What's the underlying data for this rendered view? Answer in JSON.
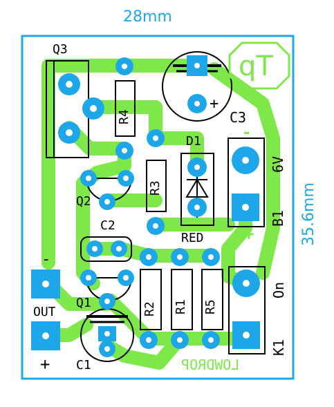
{
  "dimensions": {
    "width_label": "28mm",
    "height_label": "35.6mm"
  },
  "components": {
    "q3": "Q3",
    "q2": "Q2",
    "q1": "Q1",
    "r1": "R1",
    "r2": "R2",
    "r3": "R3",
    "r4": "R4",
    "r5": "R5",
    "c1": "C1",
    "c2": "C2",
    "c3": "C3",
    "d1": "D1",
    "d1_color": "RED",
    "b1": "B1",
    "b1_value": "6V",
    "k1": "K1",
    "k1_state": "On"
  },
  "terminals": {
    "out": "OUT",
    "minus": "-",
    "plus": "+"
  },
  "markings": {
    "c3_plus": "+",
    "b1_minus": "-",
    "b1_plus": "+"
  },
  "logo": {
    "text": "Tp"
  },
  "mirrored_text": "LOWDROP",
  "colors": {
    "copper": "#7ee84a",
    "pad": "#1ea7e8",
    "silkscreen": "#000000",
    "outline": "#1ea7e8",
    "logo": "#7ee84a"
  }
}
